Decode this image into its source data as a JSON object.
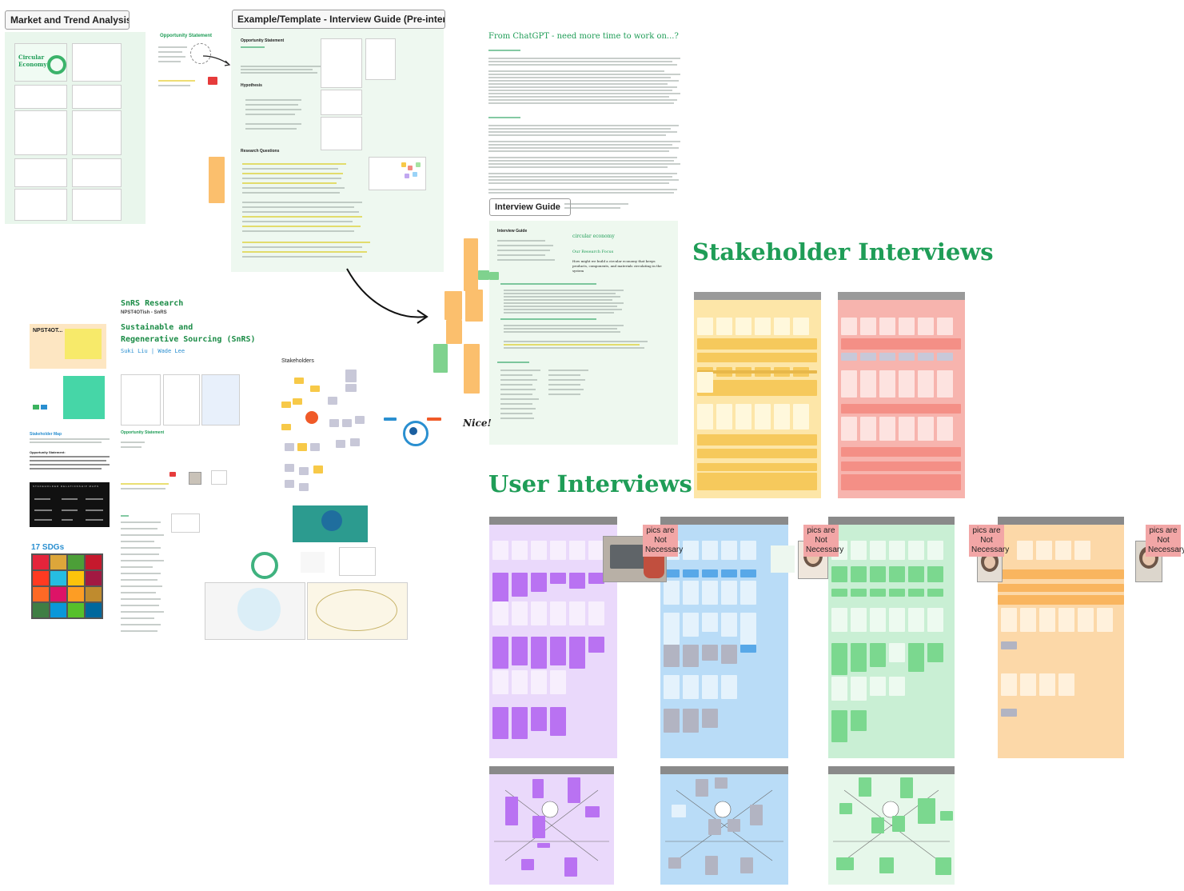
{
  "frames": {
    "market": "Market and Trend Analysis",
    "template": "Example/Template - Interview Guide (Pre-inter..."
  },
  "chatgpt_note": "From ChatGPT - need more time to work on...?",
  "interview_guide_label": "Interview Guide",
  "section_titles": {
    "stakeholder": "Stakeholder Interviews",
    "user": "User Interviews"
  },
  "snrs": {
    "title": "SnRS Research",
    "subtitle": "NPST4OTish - SnRS",
    "project_line1": "Sustainable and",
    "project_line2": "Regenerative Sourcing (SnRS)",
    "authors": "Suki Liu | Wade Lee"
  },
  "left_column": {
    "stakeholder_map": "Stakeholder Map",
    "sdgs": "17 SDGs",
    "relationship_map": "STAKEHOLDER RELATIONSHIP MAPS",
    "opportunity_statement": "Opportunity Statement:",
    "npst_card": "NPST4OT..."
  },
  "market_cards": {
    "circular": "Circular Economy"
  },
  "template_panel": {
    "opportunity_title": "Opportunity Statement",
    "hypothesis": "Hypothesis",
    "research_questions": "Research Questions"
  },
  "stakeholders_label": "Stakeholders",
  "opportunity_small": "Opportunity Statement",
  "nice_note": "Nice!",
  "pics_note": "pics are Not Necessary",
  "guide_panel": {
    "title": "Interview Guide",
    "research_focus": "Our Research Focus",
    "circular": "circular economy",
    "question": "How might we build a circular economy that keeps products, components, and materials circulating in the system"
  },
  "colors": {
    "green_heading": "#1f9d57",
    "yellow_board": "#fde6a8",
    "red_board": "#f7b4ae",
    "purple_board": "#ead9fb",
    "blue_board": "#b9dcf7",
    "green_board": "#c9efd4",
    "orange_board": "#fcd8a8"
  }
}
